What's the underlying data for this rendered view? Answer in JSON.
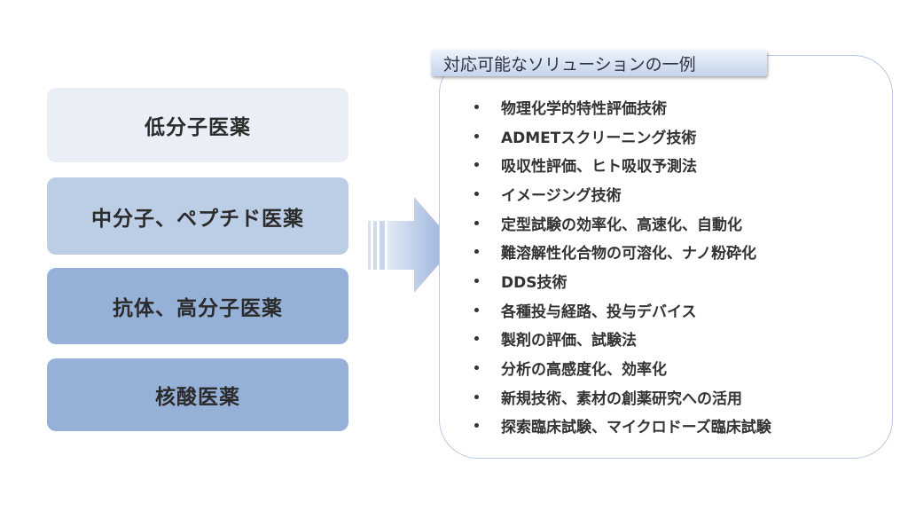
{
  "modalities": [
    {
      "label": "低分子医薬",
      "color": "#e9eef7"
    },
    {
      "label": "中分子、ペプチド医薬",
      "color": "#bccde6"
    },
    {
      "label": "抗体、高分子医薬",
      "color": "#96b1d8"
    },
    {
      "label": "核酸医薬",
      "color": "#96b1d8"
    }
  ],
  "arrow_icon": "right-arrow-icon",
  "solutions_panel": {
    "title": "対応可能なソリューションの一例",
    "items": [
      "物理化学的特性評価技術",
      "ADMETスクリーニング技術",
      "吸収性評価、ヒト吸収予測法",
      "イメージング技術",
      "定型試験の効率化、高速化、自動化",
      "難溶解性化合物の可溶化、ナノ粉砕化",
      "DDS技術",
      "各種投与経路、投与デバイス",
      "製剤の評価、試験法",
      "分析の高感度化、効率化",
      "新規技術、素材の創薬研究への活用",
      "探索臨床試験、マイクロドーズ臨床試験"
    ]
  }
}
